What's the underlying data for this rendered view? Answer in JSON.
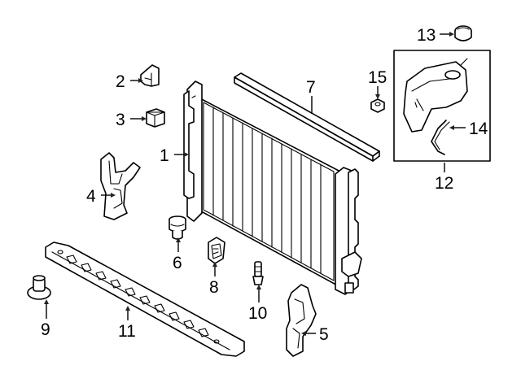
{
  "diagram": {
    "colors": {
      "ink": "#000000",
      "paper": "#ffffff"
    },
    "callouts": [
      {
        "id": "1",
        "label": "1",
        "part": "radiator"
      },
      {
        "id": "2",
        "label": "2",
        "part": "bracket-clip"
      },
      {
        "id": "3",
        "label": "3",
        "part": "cushion-pad"
      },
      {
        "id": "4",
        "label": "4",
        "part": "left-side-deflector"
      },
      {
        "id": "5",
        "label": "5",
        "part": "right-side-deflector"
      },
      {
        "id": "6",
        "label": "6",
        "part": "lower-insulator"
      },
      {
        "id": "7",
        "label": "7",
        "part": "upper-seal"
      },
      {
        "id": "8",
        "label": "8",
        "part": "upper-insulator"
      },
      {
        "id": "9",
        "label": "9",
        "part": "push-pin-retainer"
      },
      {
        "id": "10",
        "label": "10",
        "part": "drain-plug"
      },
      {
        "id": "11",
        "label": "11",
        "part": "lower-air-deflector"
      },
      {
        "id": "12",
        "label": "12",
        "part": "reservoir-assembly"
      },
      {
        "id": "13",
        "label": "13",
        "part": "reservoir-cap"
      },
      {
        "id": "14",
        "label": "14",
        "part": "overflow-hose"
      },
      {
        "id": "15",
        "label": "15",
        "part": "nut"
      }
    ]
  }
}
